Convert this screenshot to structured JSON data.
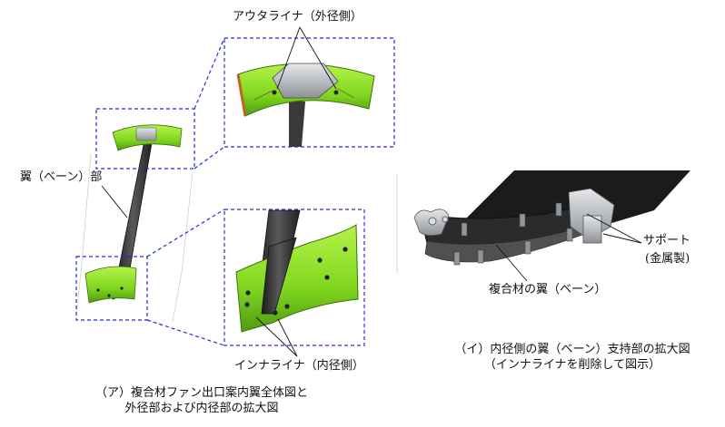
{
  "labels": {
    "outer_liner": "アウタライナ（外径側）",
    "vane_section": "翼（ベーン）部",
    "inner_liner": "インナライナ（内径側）",
    "support_line1": "サポート",
    "support_line2": "(金属製)",
    "composite_vane": "複合材の翼（ベーン）"
  },
  "captions": {
    "left_line1": "（ア）複合材ファン出口案内翼全体図と",
    "left_line2": "外径部および内径部の拡大図",
    "right_line1": "（イ）内径側の翼（ベーン）支持部の拡大図",
    "right_line2": "（インナライナを削除して図示）"
  },
  "colors": {
    "liner_green": "#8fe22a",
    "liner_dark": "#4a8a12",
    "vane_dark": "#2a2a2a",
    "dash_blue": "#1f2fd6",
    "metal": "#b8bcc2"
  }
}
